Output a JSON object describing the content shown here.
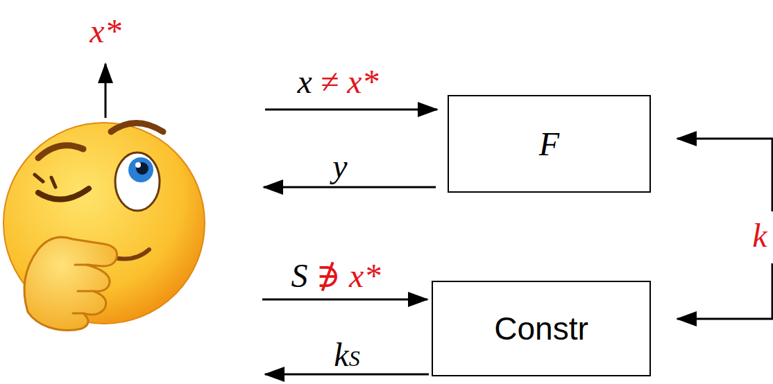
{
  "diagram": {
    "nodes": [
      {
        "text": [
          "F"
        ]
      },
      {
        "text": [
          "Constr"
        ]
      }
    ],
    "labels": [
      "x*",
      "x ≠ x*",
      "y",
      "S ∌ x*",
      "kS",
      "k"
    ]
  }
}
